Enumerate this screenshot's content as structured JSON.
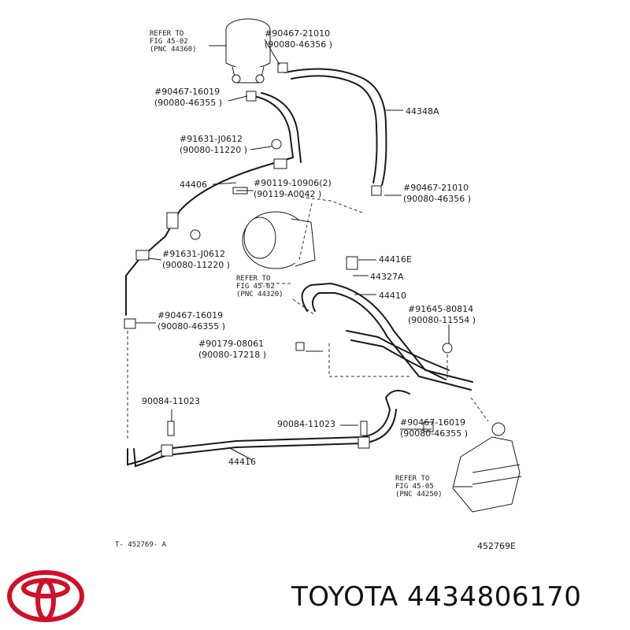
{
  "callouts": {
    "refer_top": [
      "REFER TO",
      "FIG 45-02",
      "(PNC 44360)"
    ],
    "refer_mid": [
      "REFER TO",
      "FIG 45-02",
      "(PNC 44320)"
    ],
    "refer_bot": [
      "REFER TO",
      "FIG 45-05",
      "(PNC 44250)"
    ],
    "c1": [
      "#90467-21010",
      "(90080-46356 )"
    ],
    "c2": [
      "#90467-16019",
      "(90080-46355 )"
    ],
    "c3": [
      "#91631-J0612",
      "(90080-11220 )"
    ],
    "c4": [
      "#90119-10906(2)",
      "(90119-A0042 )"
    ],
    "c5": [
      "#90467-21010",
      "(90080-46356 )"
    ],
    "c6": [
      "#91631-J0612",
      "(90080-11220 )"
    ],
    "c7": [
      "#90467-16019",
      "(90080-46355 )"
    ],
    "c8": [
      "#90179-08061",
      "(90080-17218 )"
    ],
    "c9": [
      "#91645-80814",
      "(90080-11554 )"
    ],
    "c10": [
      "#90467-16019",
      "(90080-46355 )"
    ],
    "p44348A": "44348A",
    "p44406": "44406",
    "p44416E": "44416E",
    "p44327A": "44327A",
    "p44410": "44410",
    "p44416": "44416",
    "p90084_left": "90084-11023",
    "p90084_mid": "90084-11023"
  },
  "footer": {
    "left_code": "T- 452769- A",
    "right_code": "452769E"
  },
  "brand": {
    "caption": "TOYOTA 4434806170",
    "logo_color": "#d0102a"
  }
}
